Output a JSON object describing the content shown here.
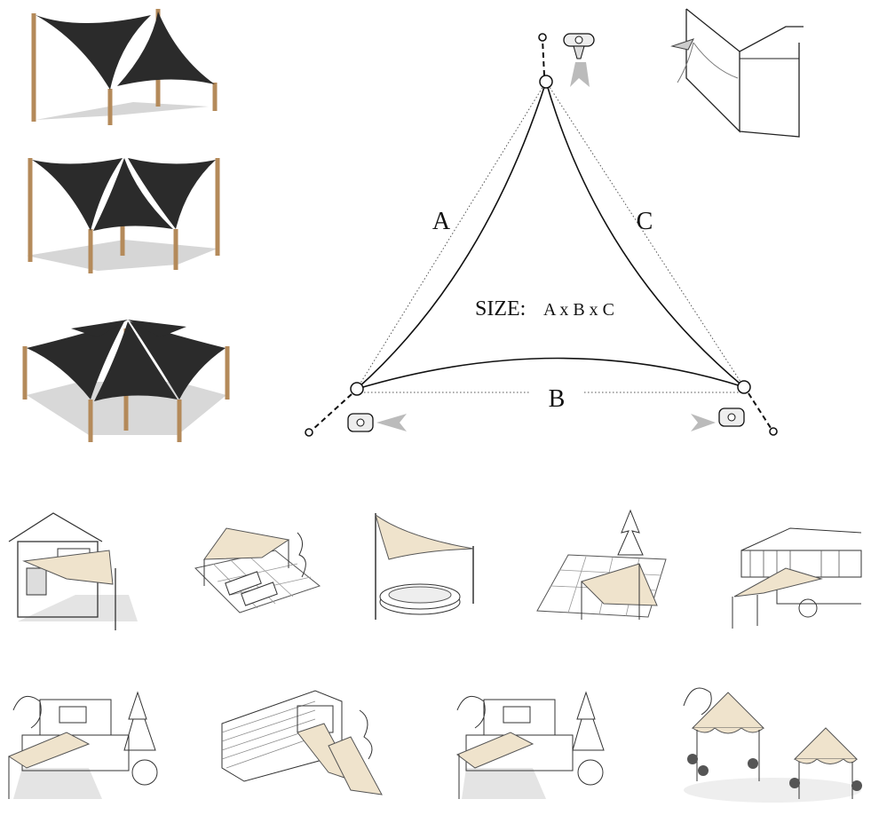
{
  "diagram": {
    "side_a": "A",
    "side_b": "B",
    "side_c": "C",
    "size_prefix": "SIZE:",
    "size_formula": "A x B x C"
  },
  "colors": {
    "shade_dark": "#2b2b2b",
    "shade_sand": "#efe3cc",
    "post": "#b48a5a",
    "ink": "#222222",
    "shadow": "#cfcfcf"
  },
  "illustrations": {
    "top_left": [
      "two-triangle-sail-structure",
      "three-triangle-sail-structure",
      "six-triangle-hexagon-sail-structure"
    ],
    "scenes_row1": [
      "house-corner-sail",
      "patio-loungers-sail",
      "pool-sail",
      "garden-grid-sail",
      "deck-house-sail"
    ],
    "scenes_row2": [
      "modern-house-sail",
      "brick-building-sail",
      "courtyard-house-sail",
      "gazebo-tents-sail"
    ]
  }
}
